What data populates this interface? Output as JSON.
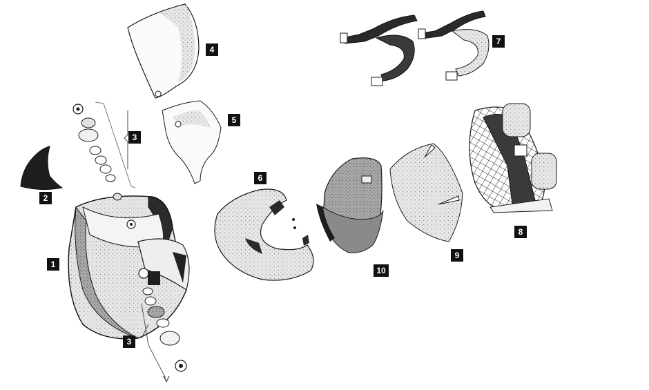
{
  "callouts": [
    "1",
    "2",
    "3",
    "3",
    "4",
    "5",
    "6",
    "7",
    "8",
    "9",
    "10"
  ],
  "colors": {
    "ink": "#1a1a1a",
    "shade": "#c9c9c9",
    "dark": "#3a3a3a",
    "paper": "#ffffff",
    "label_bg": "#111111",
    "label_fg": "#ffffff"
  }
}
